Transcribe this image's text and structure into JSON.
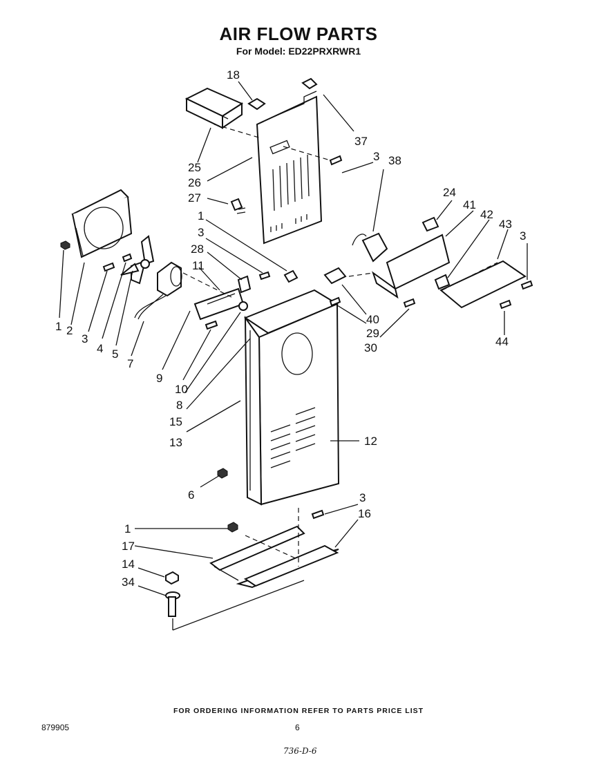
{
  "header": {
    "title": "AIR FLOW PARTS",
    "subtitle": "For Model: ED22PRXRWR1"
  },
  "callouts": {
    "c1a": "1",
    "c1b": "1",
    "c1c": "1",
    "c2": "2",
    "c3a": "3",
    "c3b": "3",
    "c3c": "3",
    "c3d": "3",
    "c3e": "3",
    "c4": "4",
    "c5": "5",
    "c6": "6",
    "c7": "7",
    "c8": "8",
    "c9": "9",
    "c10": "10",
    "c11": "11",
    "c12": "12",
    "c13": "13",
    "c14": "14",
    "c15": "15",
    "c16": "16",
    "c17": "17",
    "c18": "18",
    "c24": "24",
    "c25": "25",
    "c26": "26",
    "c27": "27",
    "c28": "28",
    "c29": "29",
    "c30": "30",
    "c34": "34",
    "c37": "37",
    "c38": "38",
    "c40": "40",
    "c41": "41",
    "c42": "42",
    "c43": "43",
    "c44": "44"
  },
  "footer": {
    "note": "FOR ORDERING INFORMATION REFER TO PARTS PRICE LIST",
    "doc_number": "879905",
    "page_number": "6",
    "handwritten": "736-D-6"
  }
}
